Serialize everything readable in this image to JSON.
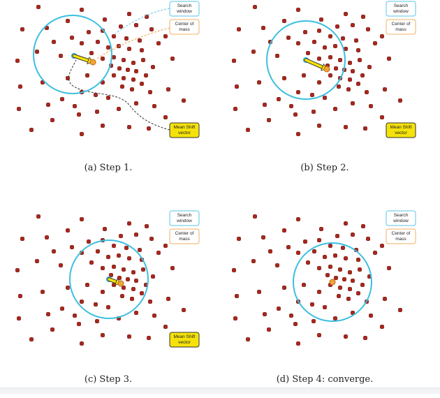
{
  "labels": {
    "search_window": [
      "Search",
      "window"
    ],
    "center_of_mass": [
      "Center of",
      "mass"
    ],
    "mean_shift_vector": [
      "Mean Shift",
      "vector"
    ]
  },
  "colors": {
    "point": "#a8281e",
    "point_stroke": "#6e1510",
    "window": "#3cbfe0",
    "center": "#f2a43a",
    "vector": "#f5e20a",
    "label_blue_border": "#5ac6e6",
    "label_orange_border": "#f0b062",
    "label_yellow_fill": "#f5e20a",
    "leader_blue": "#5ac6e6",
    "leader_orange": "#f0a040",
    "leader_black": "#333333"
  },
  "panels": [
    {
      "id": "step1",
      "caption": "(a) Step 1.",
      "show_leaders": true
    },
    {
      "id": "step2",
      "caption": "(b) Step 2.",
      "show_leaders": false
    },
    {
      "id": "step3",
      "caption": "(c) Step 3.",
      "show_leaders": false
    },
    {
      "id": "step4",
      "caption": "(d) Step 4: converge.",
      "show_leaders": false
    }
  ]
}
